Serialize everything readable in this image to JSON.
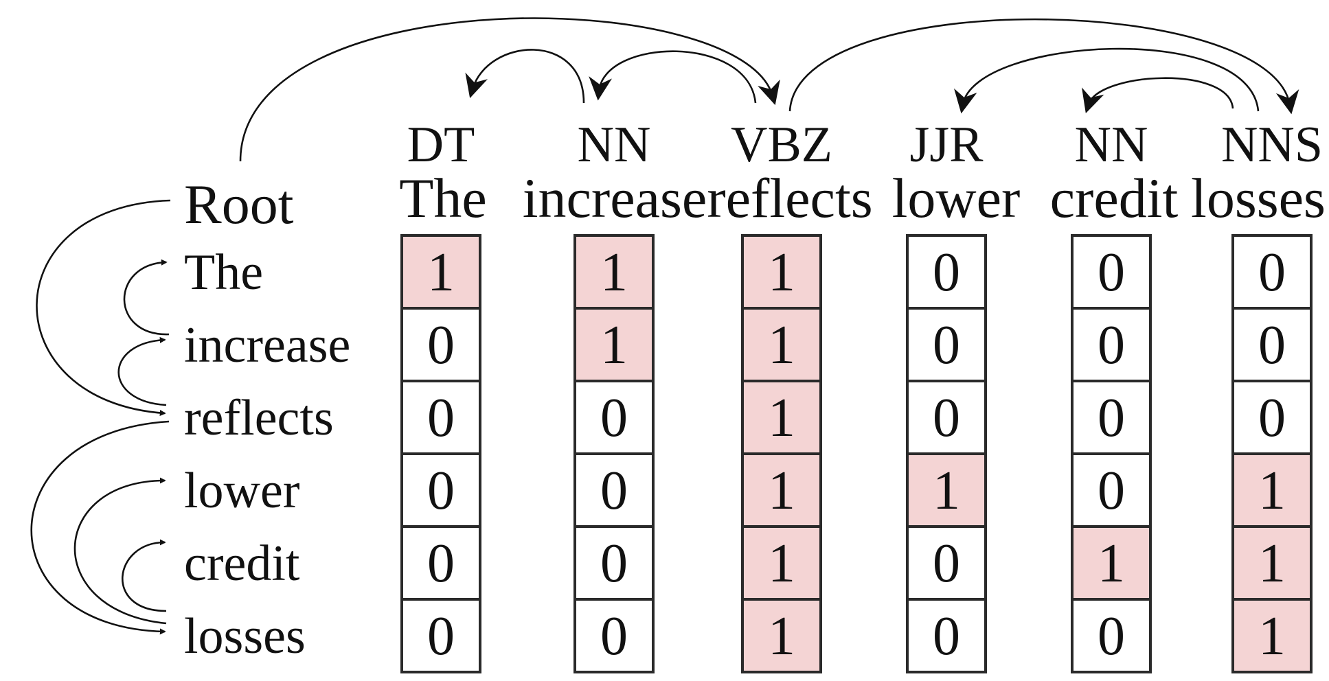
{
  "diagram": {
    "root_label": "Root",
    "tokens": [
      {
        "tag": "DT",
        "word": "The"
      },
      {
        "tag": "NN",
        "word": "increase"
      },
      {
        "tag": "VBZ",
        "word": "reflects"
      },
      {
        "tag": "JJR",
        "word": "lower"
      },
      {
        "tag": "NN",
        "word": "credit"
      },
      {
        "tag": "NNS",
        "word": "losses"
      }
    ],
    "row_words": [
      "The",
      "increase",
      "reflects",
      "lower",
      "credit",
      "losses"
    ],
    "matrix": [
      [
        1,
        1,
        1,
        0,
        0,
        0
      ],
      [
        0,
        1,
        1,
        0,
        0,
        0
      ],
      [
        0,
        0,
        1,
        0,
        0,
        0
      ],
      [
        0,
        0,
        1,
        1,
        0,
        1
      ],
      [
        0,
        0,
        1,
        0,
        1,
        1
      ],
      [
        0,
        0,
        1,
        0,
        0,
        1
      ]
    ],
    "dependencies": [
      {
        "head": "Root",
        "dependent": "reflects"
      },
      {
        "head": "increase",
        "dependent": "The"
      },
      {
        "head": "reflects",
        "dependent": "increase"
      },
      {
        "head": "reflects",
        "dependent": "losses"
      },
      {
        "head": "losses",
        "dependent": "lower"
      },
      {
        "head": "losses",
        "dependent": "credit"
      }
    ],
    "colors": {
      "highlight": "#f4d4d4",
      "cell_plain": "#ffffff",
      "stroke": "#111111"
    }
  }
}
